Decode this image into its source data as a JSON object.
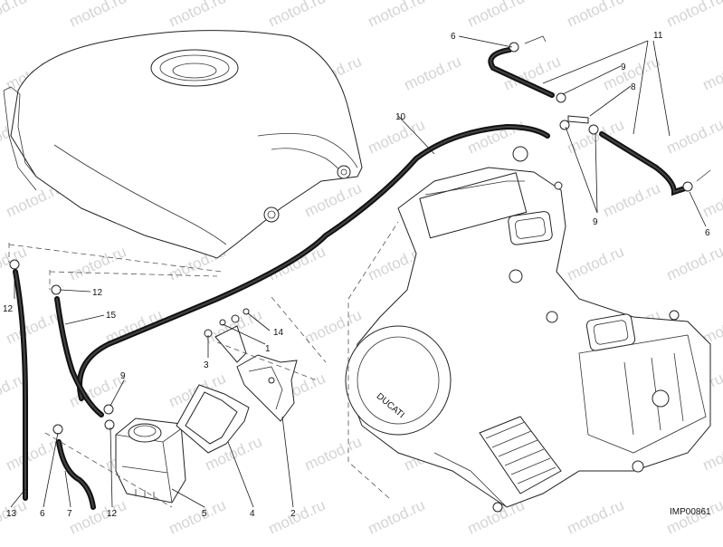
{
  "watermark": "motod.ru",
  "diagram_code": "IMP00861",
  "callouts": {
    "c1": "1",
    "c2": "2",
    "c3": "3",
    "c4": "4",
    "c5": "5",
    "c6a": "6",
    "c6b": "6",
    "c6c": "6",
    "c7": "7",
    "c8": "8",
    "c9a": "9",
    "c9b": "9",
    "c9c": "9",
    "c10": "10",
    "c11": "11",
    "c12a": "12",
    "c12b": "12",
    "c12c": "12",
    "c13": "13",
    "c14": "14",
    "c15": "15"
  },
  "engine_badge": "DUCATI"
}
